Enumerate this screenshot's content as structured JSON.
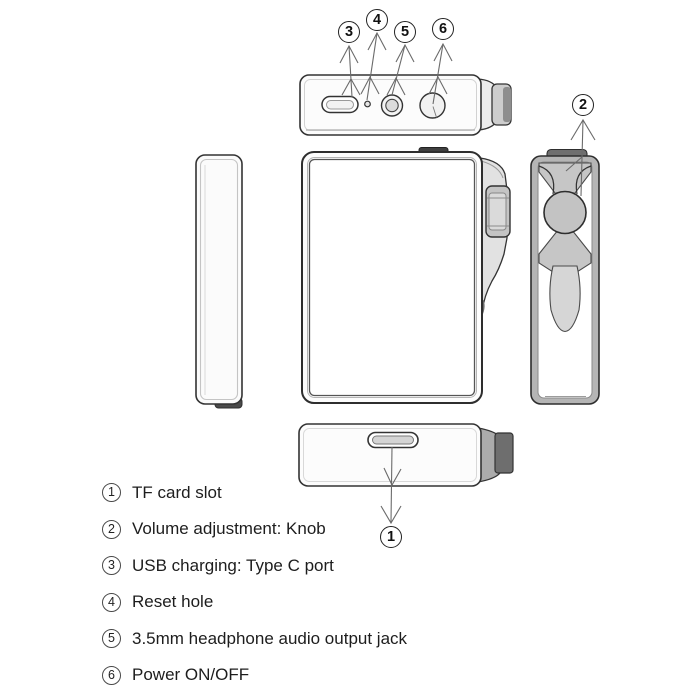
{
  "colors": {
    "background": "#ffffff",
    "line": "#2e2e2e",
    "leader": "#6b6b6b",
    "mid_gray": "#c6c6c6",
    "dark_gray": "#6f6f6f",
    "text": "#1d1d1d"
  },
  "callouts": {
    "c1": {
      "num": "1",
      "part": "tf-card-slot"
    },
    "c2": {
      "num": "2",
      "part": "volume-knob"
    },
    "c3": {
      "num": "3",
      "part": "usb-c-port"
    },
    "c4": {
      "num": "4",
      "part": "reset-hole"
    },
    "c5": {
      "num": "5",
      "part": "headphone-jack"
    },
    "c6": {
      "num": "6",
      "part": "power-button"
    }
  },
  "legend": [
    {
      "num": "1",
      "label": "TF card slot"
    },
    {
      "num": "2",
      "label": "Volume adjustment: Knob"
    },
    {
      "num": "3",
      "label": "USB charging: Type C port"
    },
    {
      "num": "4",
      "label": "Reset hole"
    },
    {
      "num": "5",
      "label": "3.5mm headphone audio output jack"
    },
    {
      "num": "6",
      "label": "Power ON/OFF"
    }
  ]
}
